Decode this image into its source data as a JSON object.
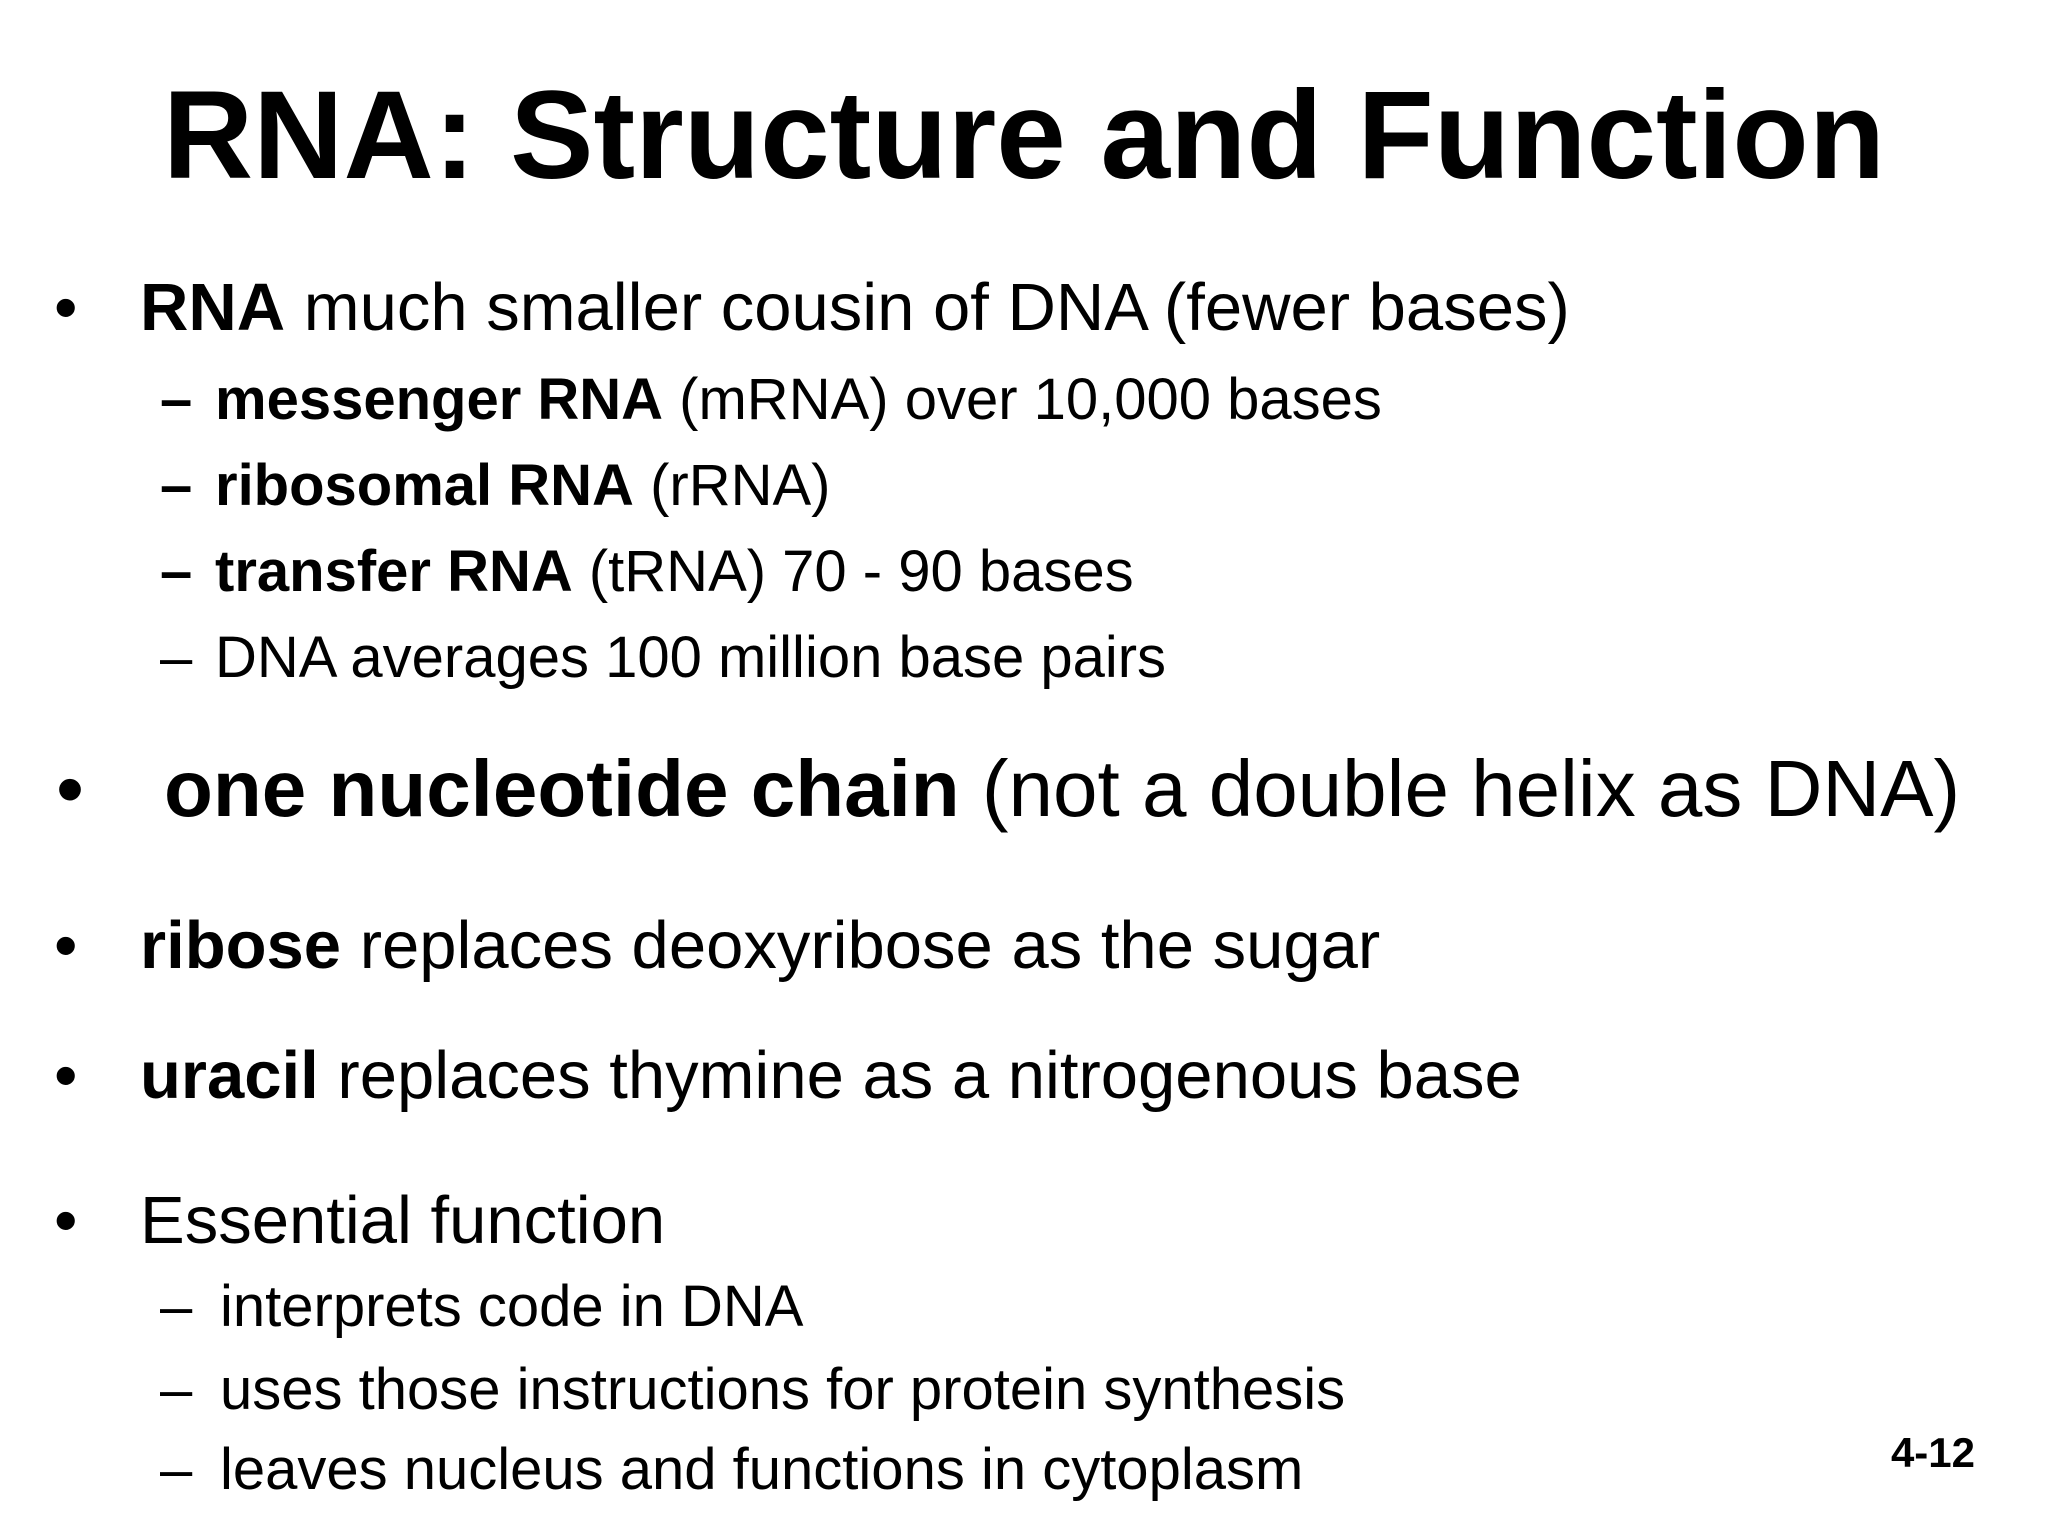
{
  "slide": {
    "title": "RNA: Structure and Function",
    "page_number": "4-12"
  },
  "chars": {
    "bullet": "•",
    "dash": "–"
  },
  "bullets": [
    {
      "lead": "RNA",
      "rest": " much smaller cousin of DNA (fewer bases)"
    },
    {
      "lead": "messenger RNA",
      "rest": " (mRNA) over 10,000 bases"
    },
    {
      "lead": "ribosomal RNA",
      "rest": " (rRNA)"
    },
    {
      "lead": "transfer RNA",
      "rest": " (tRNA) 70 - 90 bases"
    },
    {
      "lead": "",
      "rest": "DNA averages 100 million base pairs"
    },
    {
      "lead": "one nucleotide chain",
      "rest": " (not a double helix as DNA)"
    },
    {
      "lead": "ribose",
      "rest": " replaces deoxyribose as the sugar"
    },
    {
      "lead": "uracil",
      "rest": " replaces thymine as a nitrogenous base"
    },
    {
      "lead": "",
      "rest": "Essential function"
    },
    {
      "lead": "",
      "rest": "interprets code in DNA"
    },
    {
      "lead": "",
      "rest": "uses those instructions for protein synthesis"
    },
    {
      "lead": "",
      "rest": "leaves nucleus and functions in cytoplasm"
    }
  ],
  "colors": {
    "background": "#ffffff",
    "text": "#000000"
  }
}
